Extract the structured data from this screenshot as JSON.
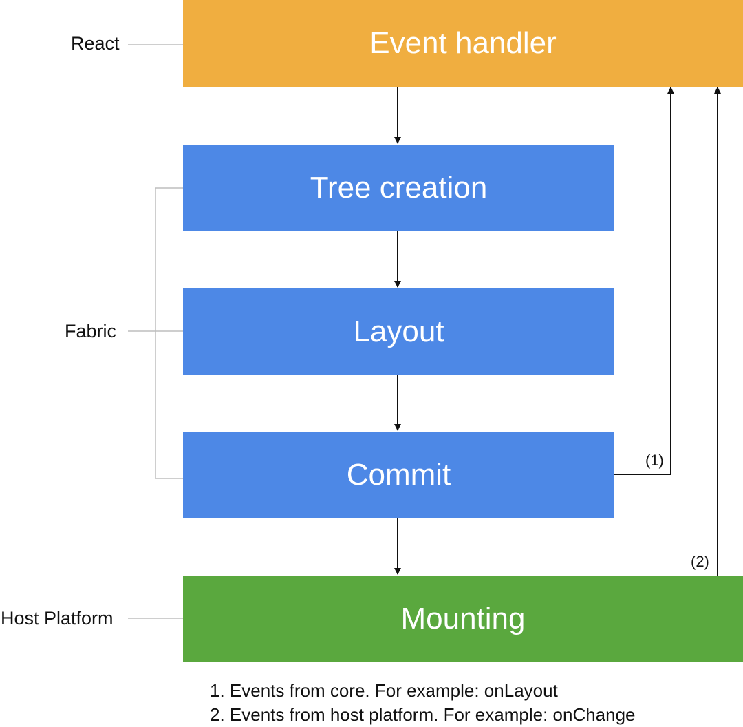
{
  "layers": {
    "react": "React",
    "fabric": "Fabric",
    "host": "Host Platform"
  },
  "stages": {
    "event_handler": "Event handler",
    "tree_creation": "Tree creation",
    "layout": "Layout",
    "commit": "Commit",
    "mounting": "Mounting"
  },
  "refs": {
    "one": "(1)",
    "two": "(2)"
  },
  "footnotes": [
    "1. Events from core. For example: onLayout",
    "2. Events from host platform. For example: onChange"
  ],
  "colors": {
    "react": "#f0ae40",
    "fabric": "#4d88e6",
    "host": "#5aa83e"
  }
}
